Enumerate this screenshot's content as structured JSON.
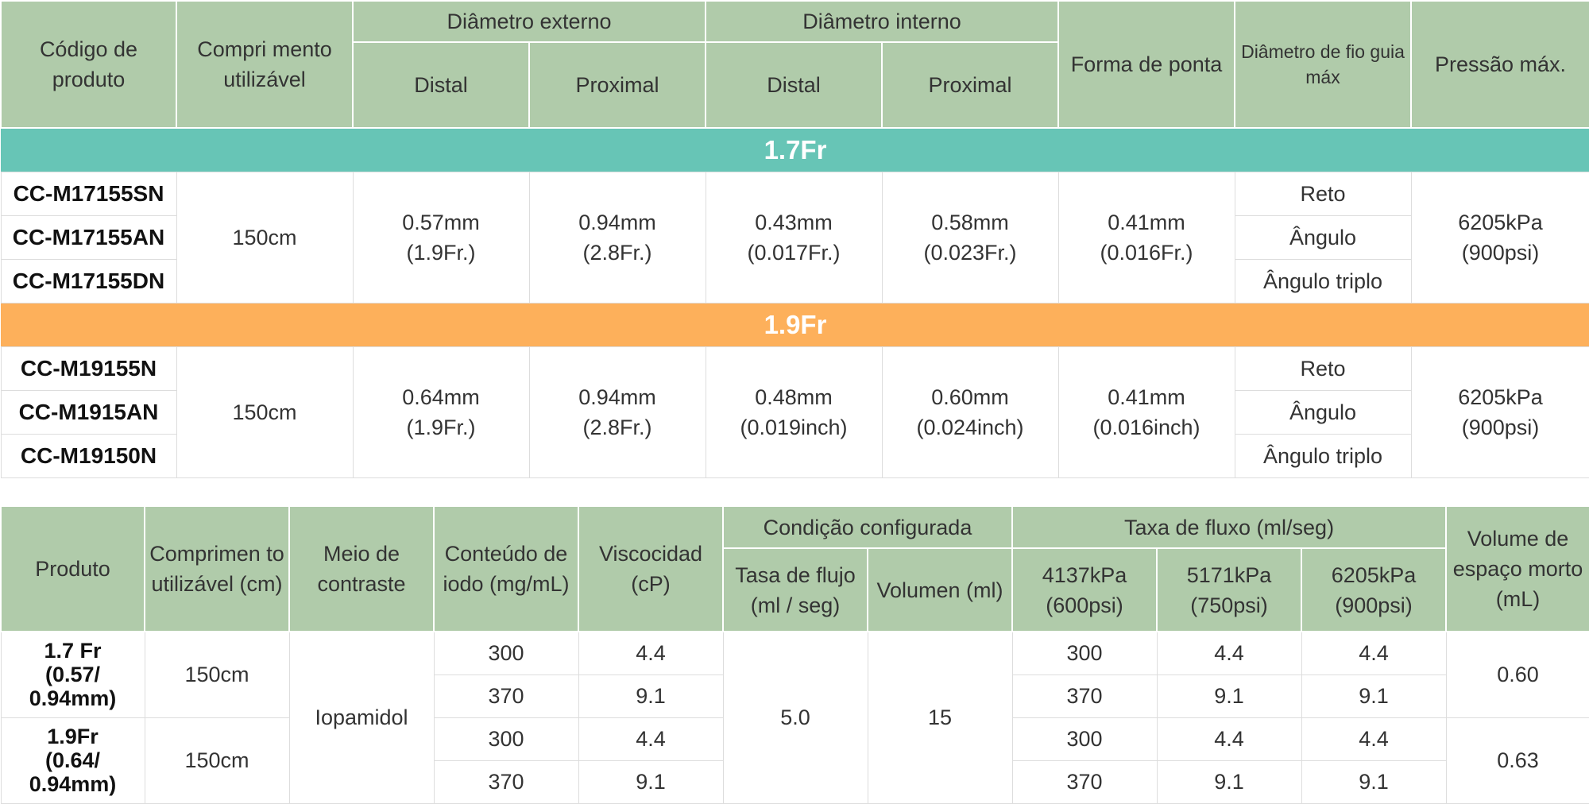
{
  "table1": {
    "headers": {
      "code": "Código de produto",
      "length": "Compri mento utilizável",
      "outer_diameter": "Diâmetro externo",
      "inner_diameter": "Diâmetro interno",
      "distal": "Distal",
      "proximal": "Proximal",
      "tip_shape": "Forma de ponta",
      "guidewire": "Diâmetro de fio guia máx",
      "pressure": "Pressão máx."
    },
    "groups": [
      {
        "band_label": "1.7Fr",
        "band_color": "#67c5b6",
        "codes": [
          "CC-M17155SN",
          "CC-M17155AN",
          "CC-M17155DN"
        ],
        "length": "150cm",
        "outer_distal": [
          "0.57mm",
          "(1.9Fr.)"
        ],
        "outer_proximal": [
          "0.94mm",
          "(2.8Fr.)"
        ],
        "inner_distal": [
          "0.43mm",
          "(0.017Fr.)"
        ],
        "inner_proximal": [
          "0.58mm",
          "(0.023Fr.)"
        ],
        "guidewire": [
          "0.41mm",
          "(0.016Fr.)"
        ],
        "tip_shapes": [
          "Reto",
          "Ângulo",
          "Ângulo triplo"
        ],
        "pressure": [
          "6205kPa",
          "(900psi)"
        ]
      },
      {
        "band_label": "1.9Fr",
        "band_color": "#fdb05b",
        "codes": [
          "CC-M19155N",
          "CC-M1915AN",
          "CC-M19150N"
        ],
        "length": "150cm",
        "outer_distal": [
          "0.64mm",
          "(1.9Fr.)"
        ],
        "outer_proximal": [
          "0.94mm",
          "(2.8Fr.)"
        ],
        "inner_distal": [
          "0.48mm",
          "(0.019inch)"
        ],
        "inner_proximal": [
          "0.60mm",
          "(0.024inch)"
        ],
        "guidewire": [
          "0.41mm",
          "(0.016inch)"
        ],
        "tip_shapes": [
          "Reto",
          "Ângulo",
          "Ângulo triplo"
        ],
        "pressure": [
          "6205kPa",
          "(900psi)"
        ]
      }
    ]
  },
  "table2": {
    "headers": {
      "product": "Produto",
      "length": "Comprimen to utilizável (cm)",
      "contrast": "Meio de contraste",
      "iodine": "Conteúdo de iodo (mg/mL)",
      "viscosity": "Viscocidad (cP)",
      "setting": "Condição configurada",
      "rate": "Tasa de flujo (ml / seg)",
      "volume": "Volumen (ml)",
      "flow": "Taxa de fluxo (ml/seg)",
      "p1": "4137kPa (600psi)",
      "p2": "5171kPa (750psi)",
      "p3": "6205kPa (900psi)",
      "dead_space": "Volume de espaço morto (mL)"
    },
    "contrast_medium": "Iopamidol",
    "set_rate": "5.0",
    "set_volume": "15",
    "products": [
      {
        "name_lines": [
          "1.7 Fr",
          "(0.57/",
          "0.94mm)"
        ],
        "length": "150cm",
        "dead_space": "0.60",
        "rows": [
          {
            "iodine": "300",
            "viscosity": "4.4",
            "f1": "300",
            "f2": "4.4",
            "f3": "4.4"
          },
          {
            "iodine": "370",
            "viscosity": "9.1",
            "f1": "370",
            "f2": "9.1",
            "f3": "9.1"
          }
        ]
      },
      {
        "name_lines": [
          "1.9Fr",
          "(0.64/",
          "0.94mm)"
        ],
        "length": "150cm",
        "dead_space": "0.63",
        "rows": [
          {
            "iodine": "300",
            "viscosity": "4.4",
            "f1": "300",
            "f2": "4.4",
            "f3": "4.4"
          },
          {
            "iodine": "370",
            "viscosity": "9.1",
            "f1": "370",
            "f2": "9.1",
            "f3": "9.1"
          }
        ]
      }
    ]
  }
}
